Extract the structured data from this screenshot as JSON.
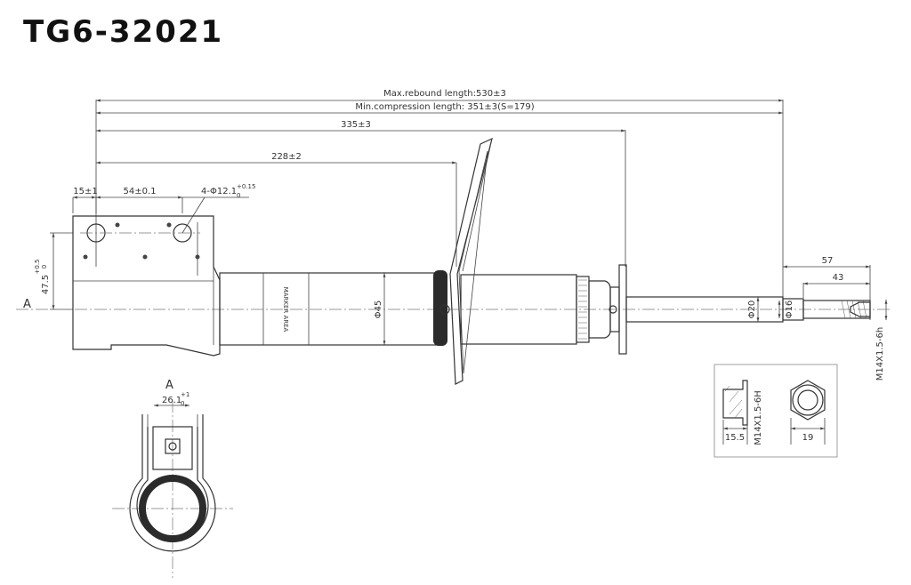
{
  "title": "TG6-32021",
  "dimensions": {
    "max_rebound": "Max.rebound length:530±3",
    "min_compression": "Min.compression length: 351±3(S=179)",
    "d335": "335±3",
    "d228": "228±2",
    "d15": "15±1",
    "d54": "54±0.1",
    "holes": "4-Φ12.1",
    "holes_tol_upper": "+0.15",
    "holes_tol_lower": "0",
    "d47": "47.5",
    "d47_tol_upper": "+0.5",
    "d47_tol_lower": "0",
    "d57": "57",
    "d43": "43",
    "phi45": "Φ45",
    "phi20": "Φ20",
    "phi16": "Φ16",
    "thread_rod": "M14X1.5-6h",
    "section_width": "26.1",
    "section_tol_upper": "+1",
    "section_tol_lower": "0",
    "nut_height": "15.5",
    "nut_thread": "M14X1.5-6H",
    "nut_width": "19"
  },
  "labels": {
    "marker_area": "MARKER AREA",
    "view_a": "A",
    "section_a": "A"
  }
}
